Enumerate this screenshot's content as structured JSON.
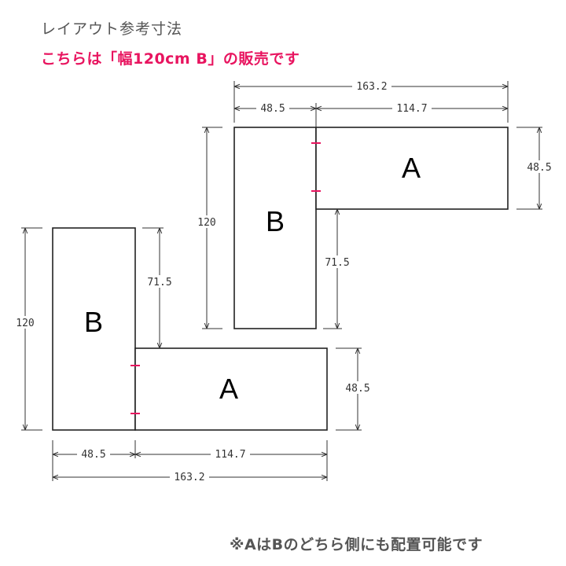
{
  "header": {
    "title": "レイアウト参考寸法",
    "subtitle": "こちらは「幅120cm B」の販売です"
  },
  "footnote": "※AはBのどちら側にも配置可能です",
  "colors": {
    "title": "#555555",
    "accent": "#e8145f",
    "line": "#222222",
    "dimension_line": "#333333"
  },
  "layouts": [
    {
      "name": "layout-top",
      "orientation": "A right of B, top-aligned",
      "pieces": [
        {
          "label": "B",
          "width": 48.5,
          "depth": 120
        },
        {
          "label": "A",
          "width": 114.7,
          "depth": 48.5
        }
      ],
      "dimensions": {
        "total_width": "163.2",
        "b_width": "48.5",
        "a_width": "114.7",
        "b_length": "120",
        "gap_length": "71.5",
        "a_depth": "48.5"
      }
    },
    {
      "name": "layout-bottom",
      "orientation": "A right of B, bottom-aligned",
      "pieces": [
        {
          "label": "B",
          "width": 48.5,
          "depth": 120
        },
        {
          "label": "A",
          "width": 114.7,
          "depth": 48.5
        }
      ],
      "dimensions": {
        "total_width": "163.2",
        "b_width": "48.5",
        "a_width": "114.7",
        "b_length": "120",
        "gap_length": "71.5",
        "a_depth": "48.5"
      }
    }
  ]
}
